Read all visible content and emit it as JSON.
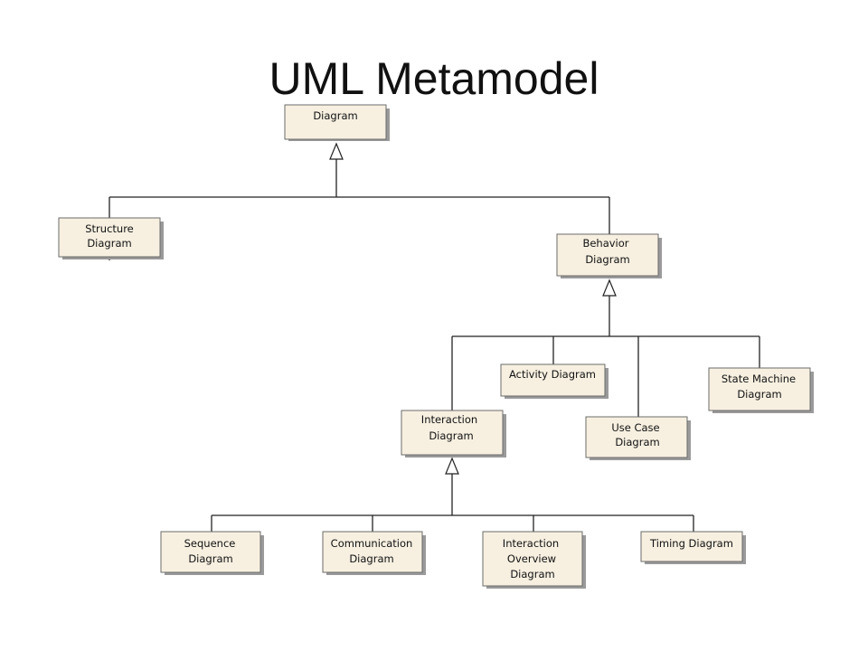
{
  "title": "UML Metamodel",
  "nodes": {
    "diagram": [
      "Diagram"
    ],
    "structure": [
      "Structure",
      "Diagram"
    ],
    "behavior": [
      "Behavior",
      "Diagram"
    ],
    "activity": [
      "Activity Diagram"
    ],
    "state_machine": [
      "State Machine",
      "Diagram"
    ],
    "interaction": [
      "Interaction",
      "Diagram"
    ],
    "use_case": [
      "Use Case",
      "Diagram"
    ],
    "sequence": [
      "Sequence",
      "Diagram"
    ],
    "communication": [
      "Communication",
      "Diagram"
    ],
    "interaction_overview": [
      "Interaction",
      "Overview",
      "Diagram"
    ],
    "timing": [
      "Timing Diagram"
    ]
  }
}
